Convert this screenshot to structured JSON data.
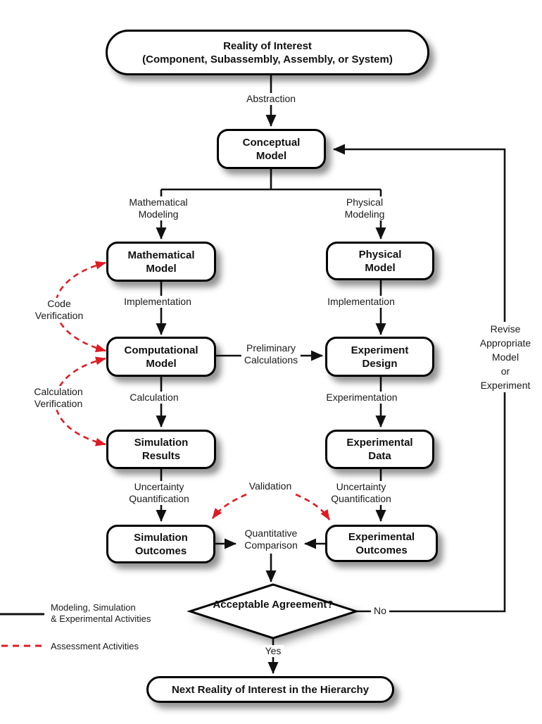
{
  "title": "Verification and Validation Activities Flowchart",
  "colors": {
    "flow_line": "#111111",
    "assessment_red": "#e01b24",
    "node_fill": "#ffffff",
    "node_border": "#000000"
  },
  "nodes": {
    "reality": {
      "line1": "Reality of Interest",
      "line2": "(Component, Subassembly, Assembly, or System)"
    },
    "conceptual_model": {
      "line1": "Conceptual",
      "line2": "Model"
    },
    "mathematical_model": {
      "line1": "Mathematical",
      "line2": "Model"
    },
    "physical_model": {
      "line1": "Physical",
      "line2": "Model"
    },
    "computational_model": {
      "line1": "Computational",
      "line2": "Model"
    },
    "experiment_design": {
      "line1": "Experiment",
      "line2": "Design"
    },
    "simulation_results": {
      "line1": "Simulation",
      "line2": "Results"
    },
    "experimental_data": {
      "line1": "Experimental",
      "line2": "Data"
    },
    "simulation_outcomes": {
      "line1": "Simulation",
      "line2": "Outcomes"
    },
    "experimental_outcomes": {
      "line1": "Experimental",
      "line2": "Outcomes"
    },
    "acceptable_agreement": {
      "line1": "Acceptable",
      "line2": "Agreement?"
    },
    "next_reality": {
      "label": "Next Reality of Interest in the Hierarchy"
    }
  },
  "edge_labels": {
    "abstraction": "Abstraction",
    "mathematical_modeling": {
      "line1": "Mathematical",
      "line2": "Modeling"
    },
    "physical_modeling": {
      "line1": "Physical",
      "line2": "Modeling"
    },
    "implementation_left": "Implementation",
    "implementation_right": "Implementation",
    "preliminary_calculations": {
      "line1": "Preliminary",
      "line2": "Calculations"
    },
    "calculation": "Calculation",
    "experimentation": "Experimentation",
    "uncertainty_quantification_left": {
      "line1": "Uncertainty",
      "line2": "Quantification"
    },
    "uncertainty_quantification_right": {
      "line1": "Uncertainty",
      "line2": "Quantification"
    },
    "validation": "Validation",
    "quantitative_comparison": {
      "line1": "Quantitative",
      "line2": "Comparison"
    },
    "code_verification": {
      "line1": "Code",
      "line2": "Verification"
    },
    "calculation_verification": {
      "line1": "Calculation",
      "line2": "Verification"
    },
    "revise": {
      "line1": "Revise",
      "line2": "Appropriate",
      "line3": "Model",
      "line4": "or",
      "line5": "Experiment"
    },
    "no": "No",
    "yes": "Yes"
  },
  "legend": {
    "solid": {
      "line1": "Modeling, Simulation",
      "line2": "& Experimental Activities"
    },
    "dashed": {
      "label": "Assessment Activities"
    }
  }
}
